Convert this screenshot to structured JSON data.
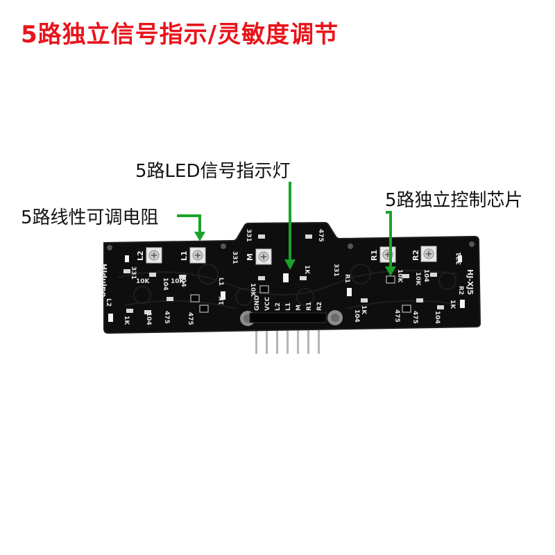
{
  "title": "5路独立信号指示/灵敏度调节",
  "annotations": {
    "led": "5路LED信号指示灯",
    "chip": "5路独立控制芯片",
    "pot": "5路线性可调电阻"
  },
  "colors": {
    "title": "#e8141b",
    "arrow": "#1aa32a",
    "board": "#0e0e0e",
    "silk": "#e6e6e6"
  },
  "pcb": {
    "brand": "HJduino",
    "model": "HJ-XJ5",
    "channel_labels": [
      "L2",
      "L1",
      "M",
      "R1",
      "R2"
    ],
    "pin_labels": [
      "GND",
      "VCC",
      "L2",
      "L1",
      "M",
      "R1",
      "R2"
    ],
    "component_codes": [
      "331",
      "10K",
      "104",
      "1K",
      "475"
    ]
  }
}
